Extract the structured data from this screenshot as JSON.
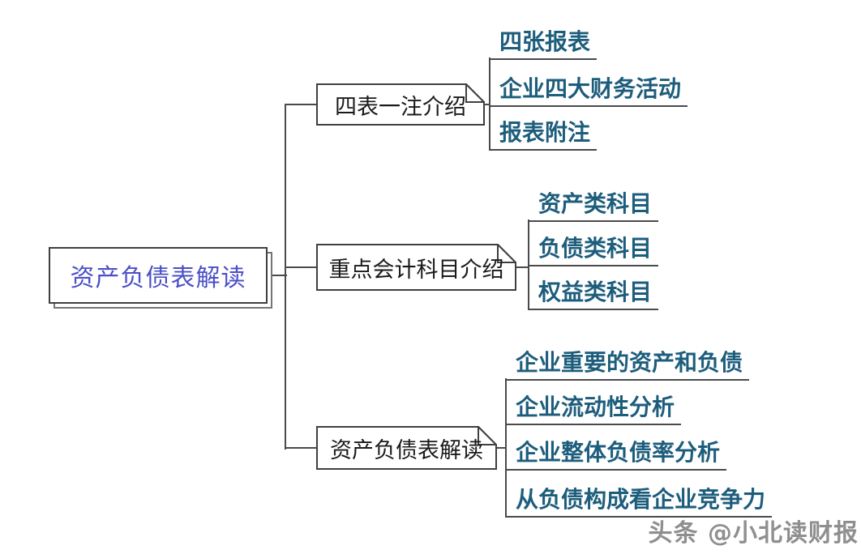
{
  "diagram": {
    "root": {
      "label": "资产负债表解读"
    },
    "branches": [
      {
        "label": "四表一注介绍",
        "children": [
          "四张报表",
          "企业四大财务活动",
          "报表附注"
        ]
      },
      {
        "label": "重点会计科目介绍",
        "children": [
          "资产类科目",
          "负债类科目",
          "权益类科目"
        ]
      },
      {
        "label": "资产负债表解读",
        "children": [
          "企业重要的资产和负债",
          "企业流动性分析",
          "企业整体负债率分析",
          "从负债构成看企业竞争力"
        ]
      }
    ]
  },
  "watermark": {
    "text": "头条 @小北读财报"
  },
  "colors": {
    "background": "#ffffff",
    "root_text": "#4b4fc6",
    "branch_text": "#1a1a1a",
    "leaf_text": "#1d5d7c",
    "line": "#4a4a4a",
    "shadow_border": "#757575",
    "watermark_text": "#8f8f8f"
  }
}
